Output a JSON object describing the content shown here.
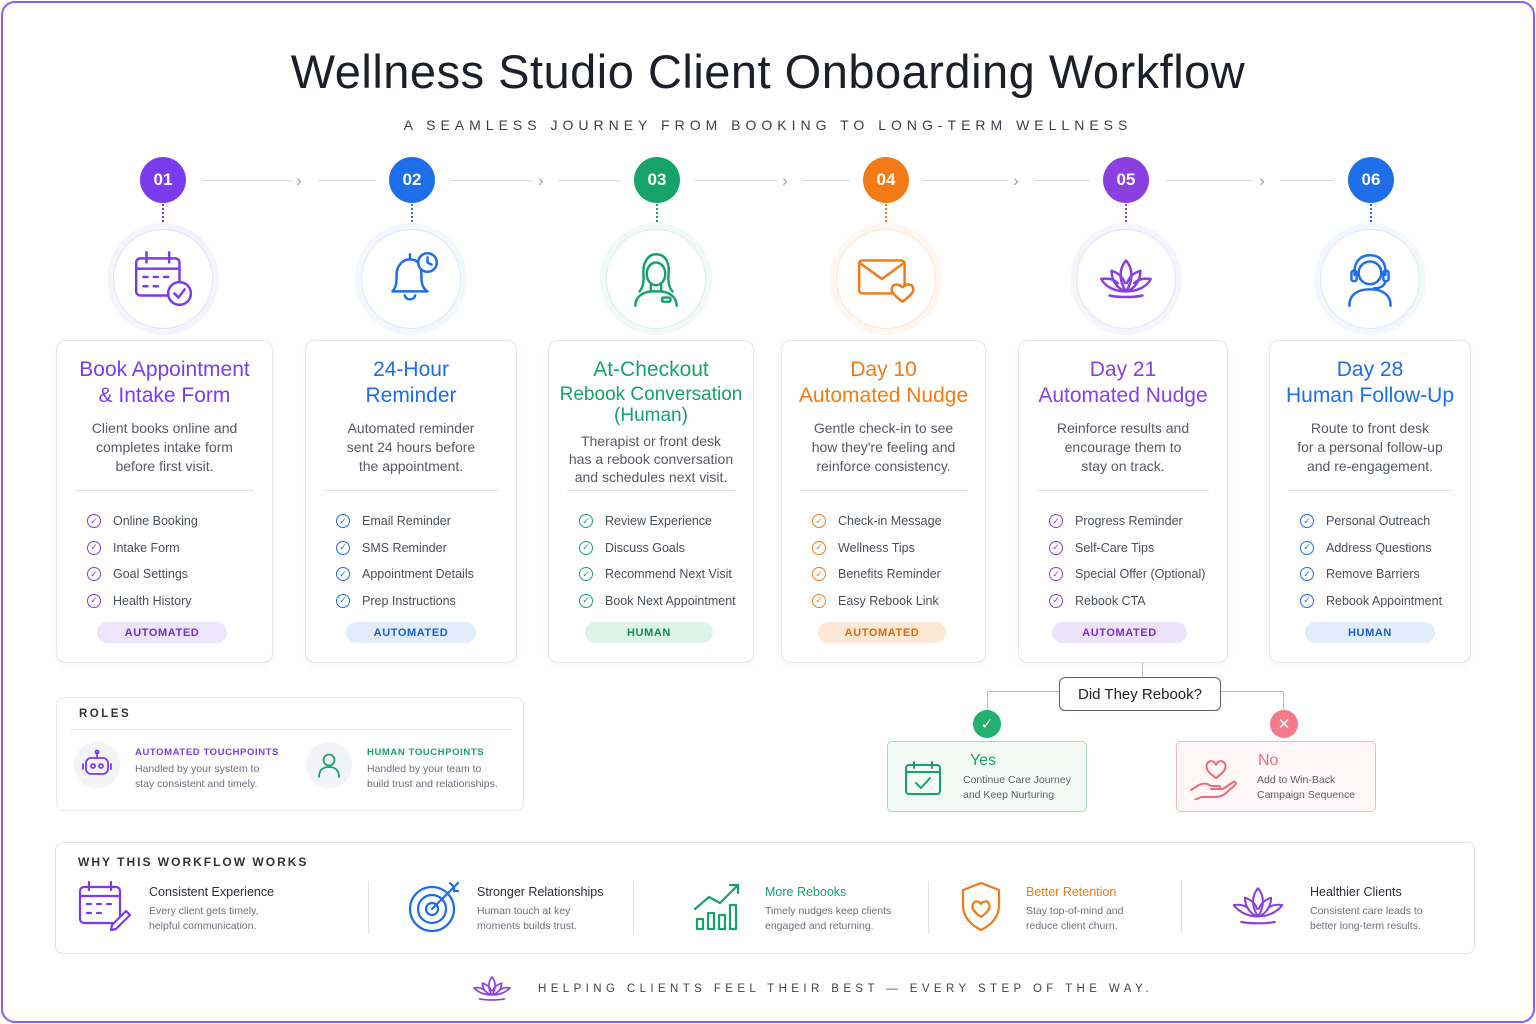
{
  "header": {
    "title": "Wellness Studio Client Onboarding Workflow",
    "subtitle": "A SEAMLESS JOURNEY FROM BOOKING TO LONG-TERM WELLNESS"
  },
  "colors": {
    "purple": "#7c3aed",
    "blue": "#1d6ee8",
    "green": "#16a36a",
    "orange": "#f27b16",
    "violet": "#8a3fe0",
    "red": "#f06b7a"
  },
  "steps": [
    {
      "num": "01",
      "title1": "Book Appointment",
      "title2": "& Intake Form",
      "desc1": "Client books online and",
      "desc2": "completes intake form",
      "desc3": "before first visit.",
      "items": [
        "Online Booking",
        "Intake Form",
        "Goal Settings",
        "Health History"
      ],
      "badge": "AUTOMATED",
      "icon": "calendar-check-icon"
    },
    {
      "num": "02",
      "title1": "24-Hour",
      "title2": "Reminder",
      "desc1": "Automated reminder",
      "desc2": "sent 24 hours before",
      "desc3": "the appointment.",
      "items": [
        "Email Reminder",
        "SMS Reminder",
        "Appointment Details",
        "Prep Instructions"
      ],
      "badge": "AUTOMATED",
      "icon": "bell-clock-icon"
    },
    {
      "num": "03",
      "title1": "At-Checkout",
      "title2": "Rebook Conversation",
      "title3": "(Human)",
      "desc1": "Therapist or front desk",
      "desc2": "has a rebook conversation",
      "desc3": "and schedules next visit.",
      "items": [
        "Review Experience",
        "Discuss Goals",
        "Recommend Next Visit",
        "Book Next Appointment"
      ],
      "badge": "HUMAN",
      "icon": "therapist-icon"
    },
    {
      "num": "04",
      "title1": "Day 10",
      "title2": "Automated Nudge",
      "desc1": "Gentle check-in to see",
      "desc2": "how they're feeling and",
      "desc3": "reinforce consistency.",
      "items": [
        "Check-in Message",
        "Wellness Tips",
        "Benefits Reminder",
        "Easy Rebook Link"
      ],
      "badge": "AUTOMATED",
      "icon": "envelope-heart-icon"
    },
    {
      "num": "05",
      "title1": "Day 21",
      "title2": "Automated Nudge",
      "desc1": "Reinforce results and",
      "desc2": "encourage them to",
      "desc3": "stay on track.",
      "items": [
        "Progress Reminder",
        "Self-Care Tips",
        "Special Offer (Optional)",
        "Rebook CTA"
      ],
      "badge": "AUTOMATED",
      "icon": "lotus-icon"
    },
    {
      "num": "06",
      "title1": "Day 28",
      "title2": "Human Follow-Up",
      "desc1": "Route to front desk",
      "desc2": "for a personal follow-up",
      "desc3": "and re-engagement.",
      "items": [
        "Personal Outreach",
        "Address Questions",
        "Remove Barriers",
        "Rebook Appointment"
      ],
      "badge": "HUMAN",
      "icon": "headset-agent-icon"
    }
  ],
  "roles": {
    "heading": "ROLES",
    "automated_title": "AUTOMATED TOUCHPOINTS",
    "automated_desc1": "Handled by your system to",
    "automated_desc2": "stay consistent and timely.",
    "human_title": "HUMAN TOUCHPOINTS",
    "human_desc1": "Handled by your team to",
    "human_desc2": "build trust and relationships."
  },
  "decision": {
    "question": "Did They Rebook?",
    "yes_title": "Yes",
    "yes_desc1": "Continue Care Journey",
    "yes_desc2": "and Keep Nurturing",
    "no_title": "No",
    "no_desc1": "Add to Win-Back",
    "no_desc2": "Campaign Sequence"
  },
  "why": {
    "heading": "WHY THIS WORKFLOW WORKS",
    "items": [
      {
        "title": "Consistent Experience",
        "desc1": "Every client gets timely,",
        "desc2": "helpful communication."
      },
      {
        "title": "Stronger Relationships",
        "desc1": "Human touch at key",
        "desc2": "moments builds trust."
      },
      {
        "title": "More Rebooks",
        "desc1": "Timely nudges keep clients",
        "desc2": "engaged and returning."
      },
      {
        "title": "Better Retention",
        "desc1": "Stay top-of-mind and",
        "desc2": "reduce client churn."
      },
      {
        "title": "Healthier Clients",
        "desc1": "Consistent care leads to",
        "desc2": "better long-term results."
      }
    ]
  },
  "footer": {
    "tagline": "HELPING CLIENTS FEEL THEIR BEST — EVERY STEP OF THE WAY."
  }
}
